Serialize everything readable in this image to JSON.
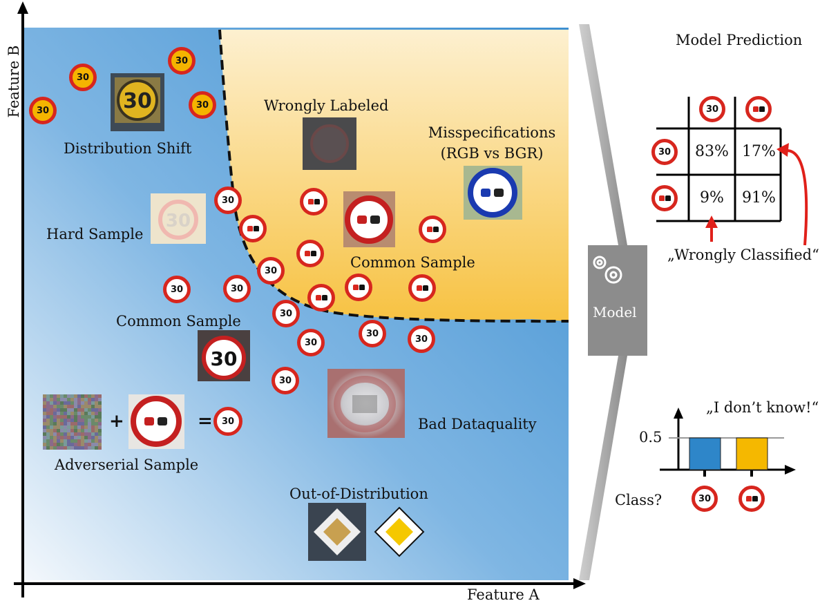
{
  "axes": {
    "x_label": "Feature A",
    "y_label": "Feature B"
  },
  "regions": {
    "distribution_shift": "Distribution Shift",
    "wrongly_labeled": "Wrongly Labeled",
    "misspecifications_line1": "Misspecifications",
    "misspecifications_line2": "(RGB vs BGR)",
    "hard_sample": "Hard Sample",
    "common_sample_right": "Common Sample",
    "common_sample_left": "Common Sample",
    "bad_dataquality": "Bad Dataquality",
    "adverserial_sample": "Adverserial Sample",
    "out_of_distribution": "Out-of-Distribution",
    "plus": "+",
    "equals": "="
  },
  "sign_text": "30",
  "model": {
    "label": "Model",
    "icon": "gears-icon"
  },
  "prediction": {
    "title": "Model Prediction",
    "row1": [
      "83%",
      "17%"
    ],
    "row2": [
      "9%",
      "91%"
    ],
    "wrongly_classified": "„Wrongly Classified“"
  },
  "uncertainty": {
    "quote": "„I don’t know!“",
    "tick_label": "0.5",
    "axis_label": "Class?",
    "bars": [
      {
        "class": "speed-limit-30",
        "value": 0.5,
        "color": "#2e86c9"
      },
      {
        "class": "no-overtaking",
        "value": 0.5,
        "color": "#f5b800"
      }
    ]
  },
  "colors": {
    "blue_region": "#3d8fd1",
    "yellow_region": "#f7c242",
    "sign_red": "#d7261e",
    "arrow_red": "#e0201a"
  }
}
